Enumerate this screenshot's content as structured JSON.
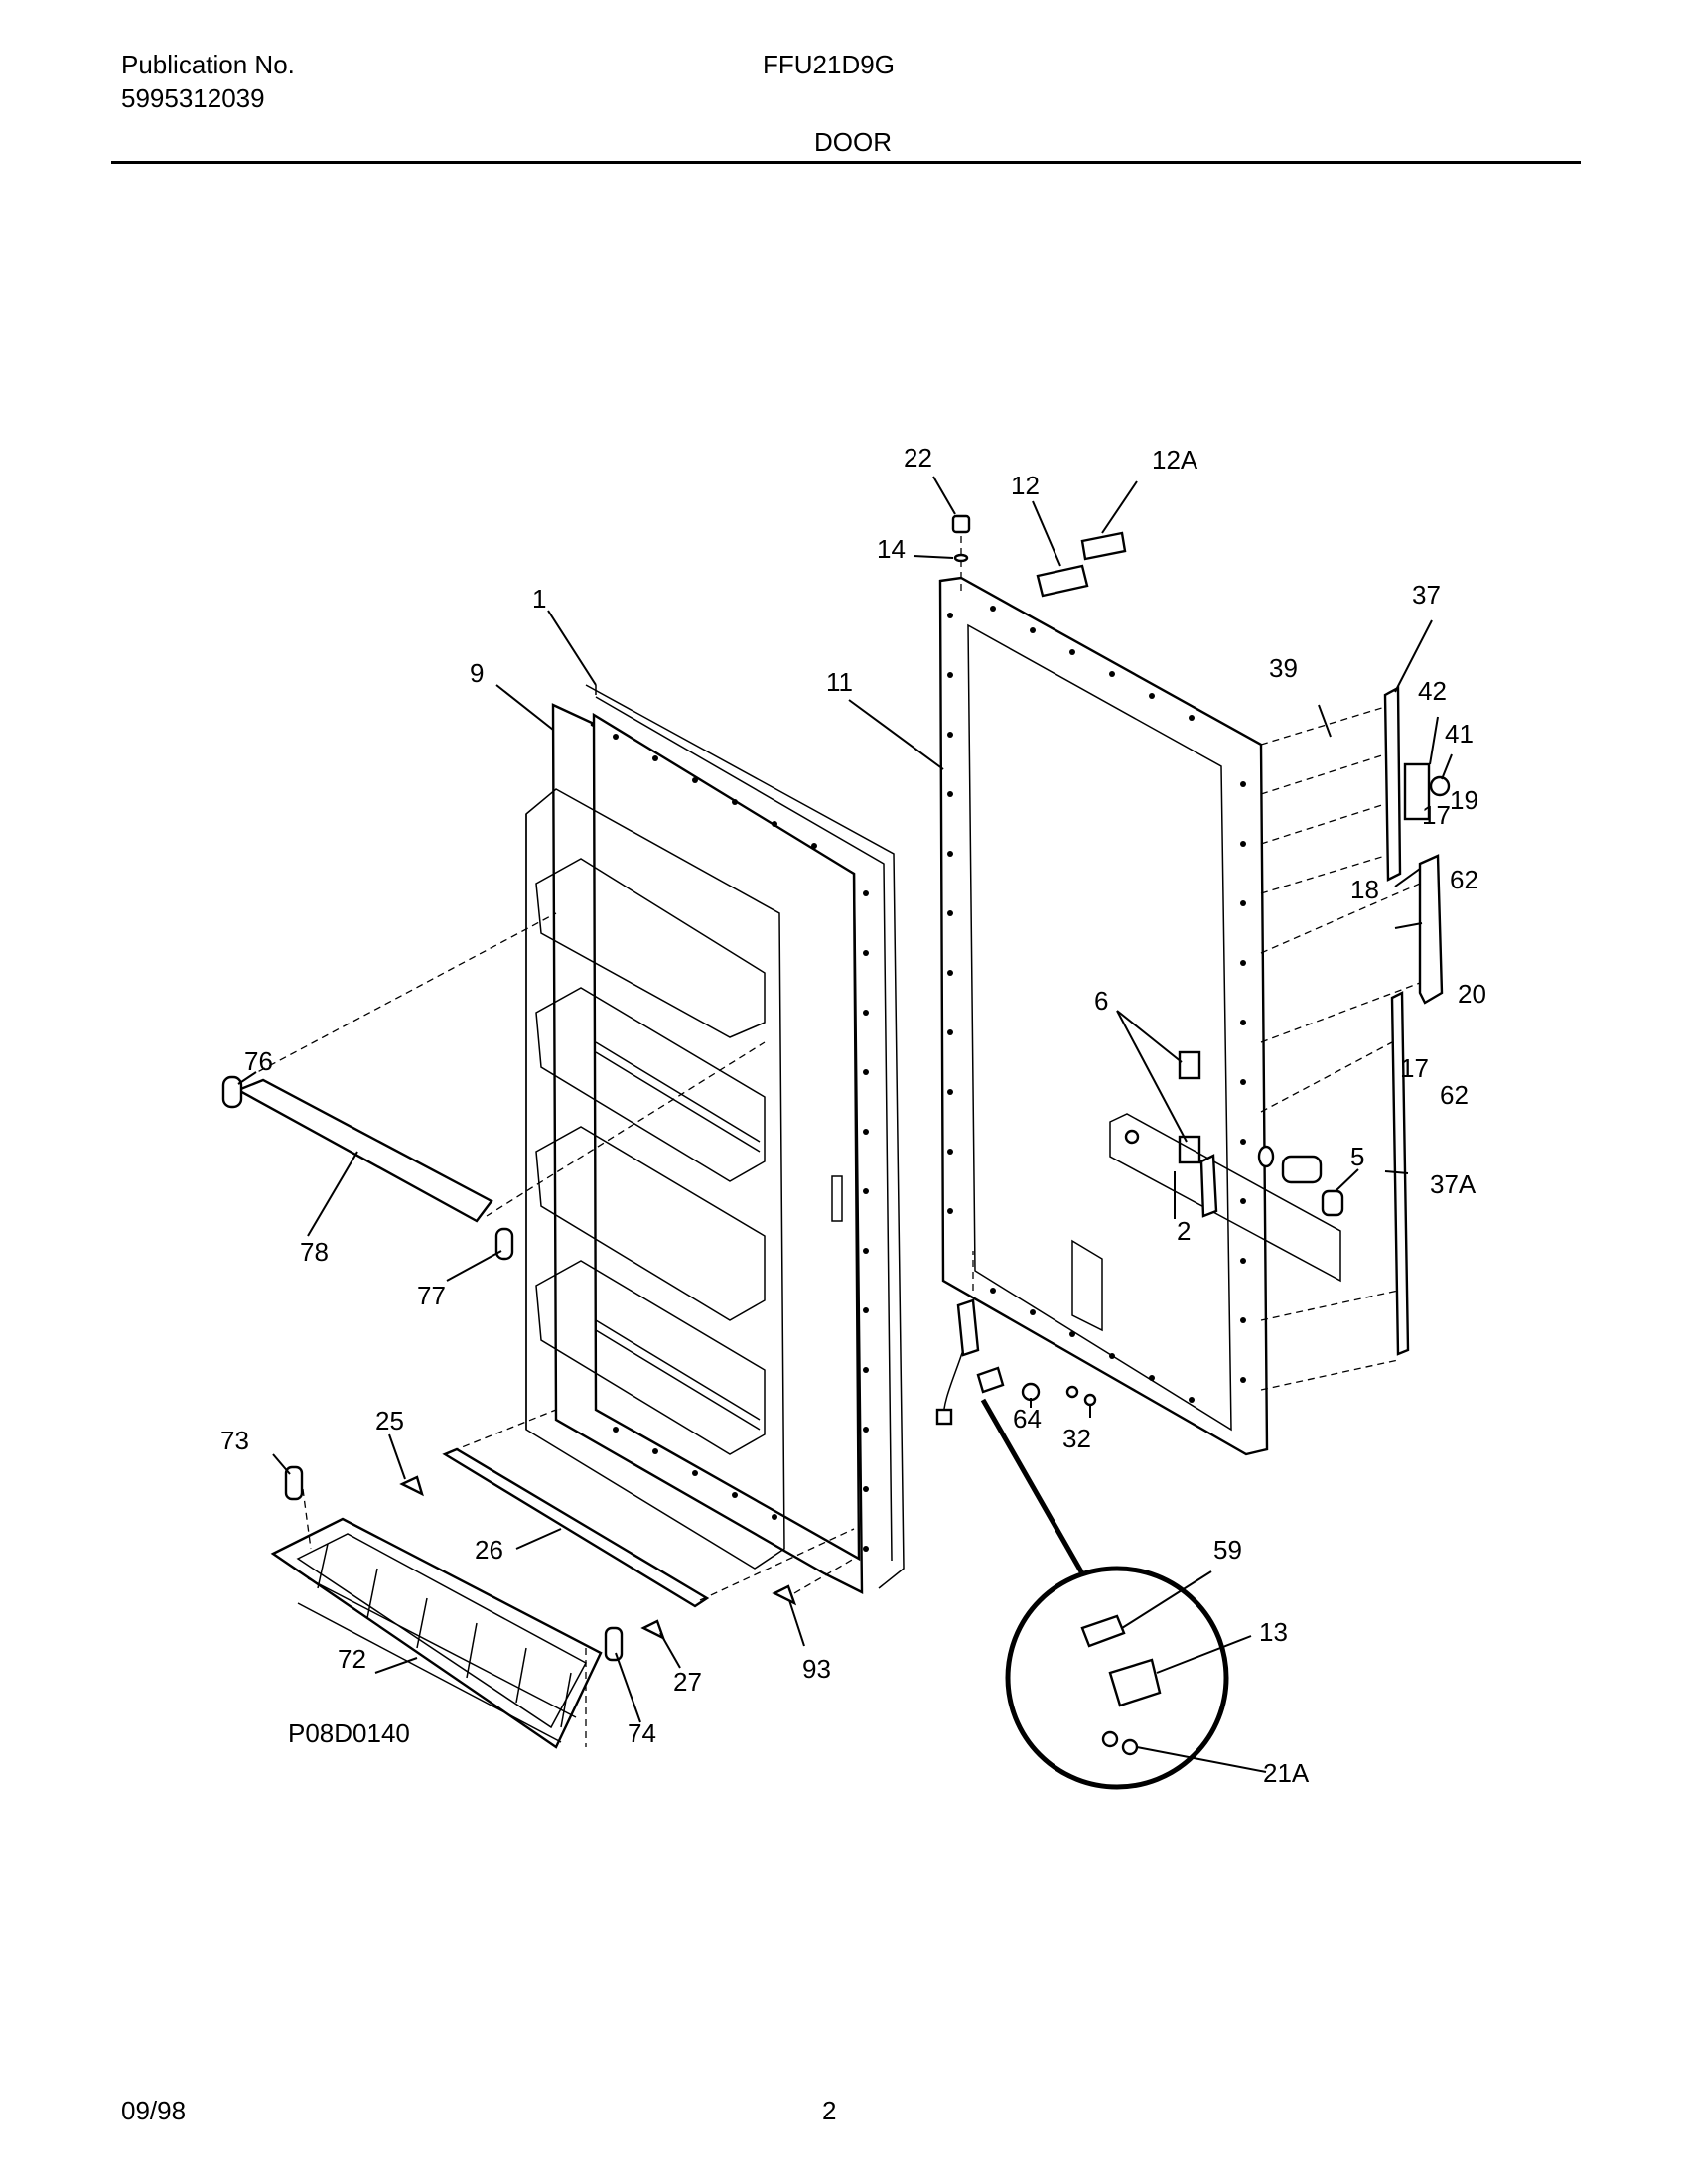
{
  "header": {
    "publication_label": "Publication No.",
    "publication_number": "5995312039",
    "model": "FFU21D9G",
    "section": "DOOR"
  },
  "footer": {
    "date": "09/98",
    "page": "2"
  },
  "diagram": {
    "code": "P08D0140",
    "callouts": [
      "1",
      "2",
      "5",
      "6",
      "9",
      "11",
      "12",
      "12A",
      "13",
      "14",
      "17",
      "17",
      "18",
      "19",
      "20",
      "21A",
      "22",
      "25",
      "26",
      "27",
      "32",
      "37",
      "37A",
      "39",
      "41",
      "42",
      "59",
      "62",
      "62",
      "64",
      "72",
      "73",
      "74",
      "76",
      "77",
      "78",
      "93"
    ]
  }
}
